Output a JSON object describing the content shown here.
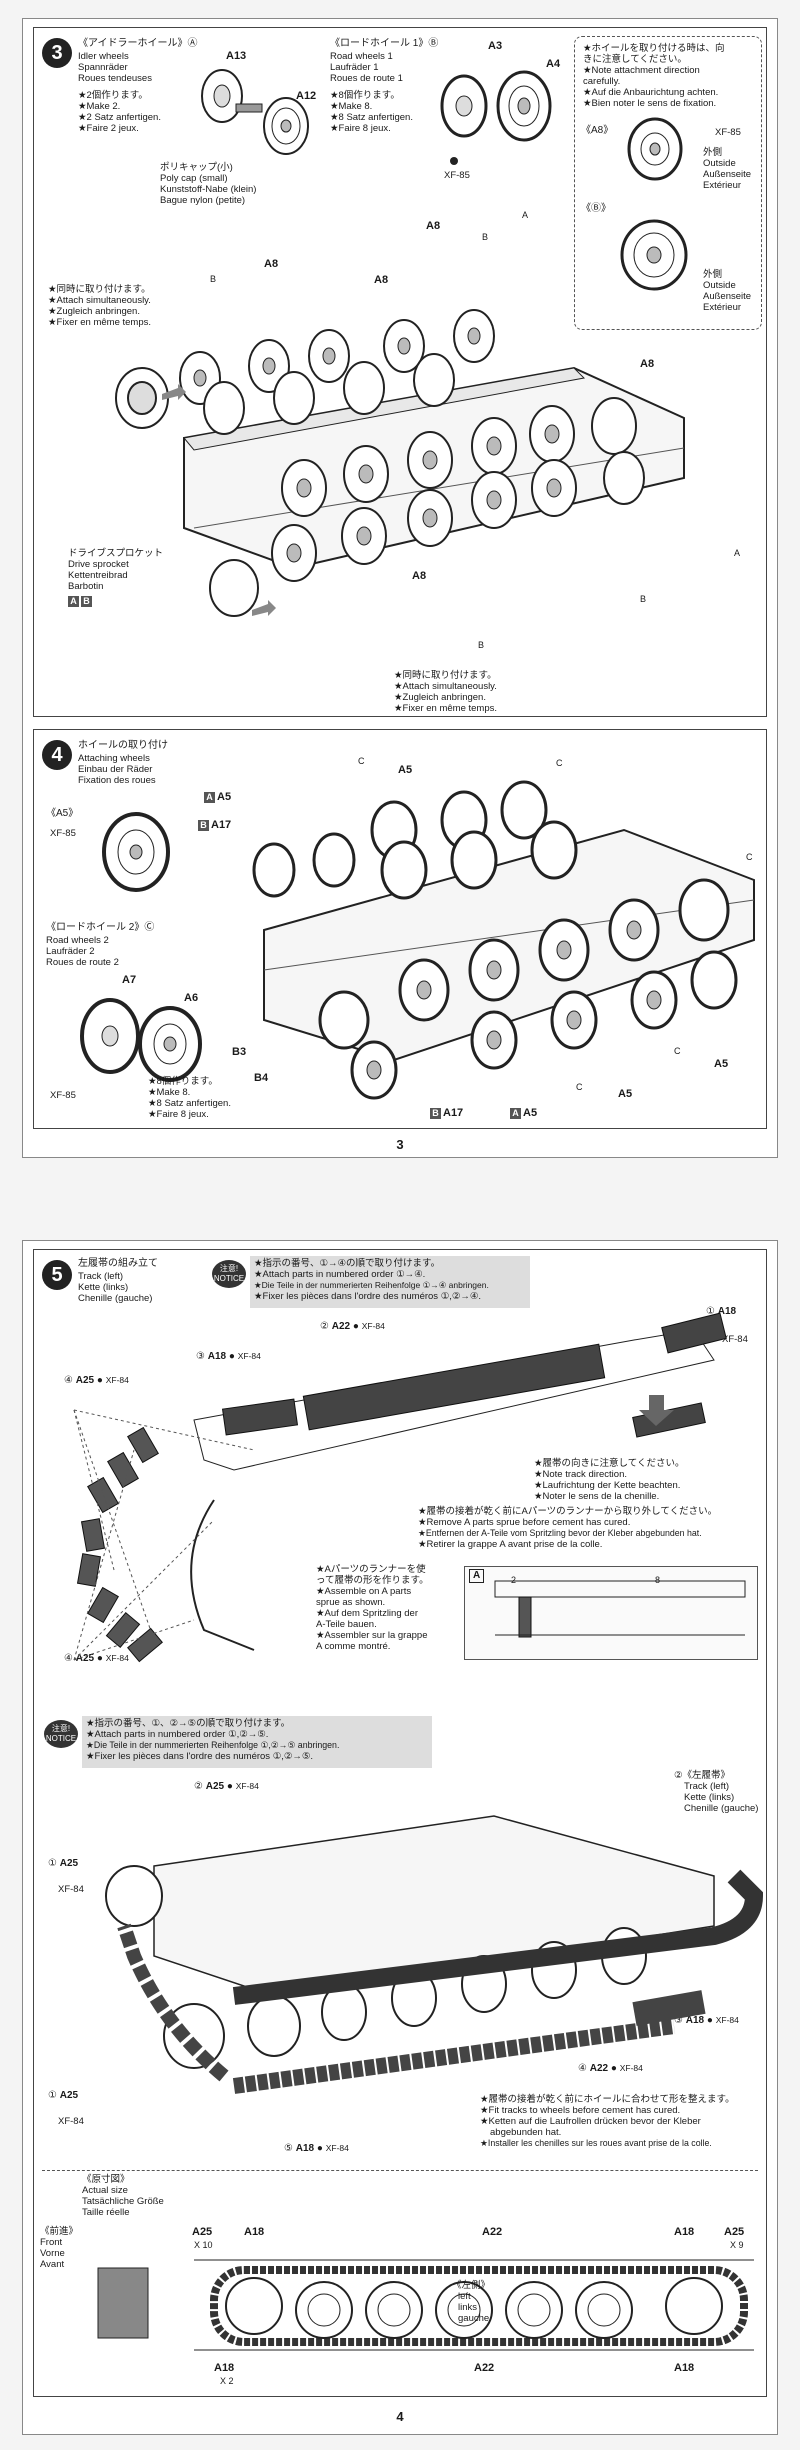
{
  "page3": {
    "page_number": "3",
    "step3": {
      "number": "3",
      "idler": {
        "title_jp": "《アイドラーホイール》Ⓐ",
        "en": "Idler wheels",
        "de": "Spannräder",
        "fr": "Roues tendeuses",
        "qty": [
          "★2個作ります。",
          "★Make 2.",
          "★2 Satz anfertigen.",
          "★Faire 2 jeux."
        ],
        "part_a": "A13",
        "part_b": "A12"
      },
      "polycap": {
        "jp": "ポリキャップ(小)",
        "en": "Poly cap (small)",
        "de": "Kunststoff-Nabe (klein)",
        "fr": "Bague nylon (petite)"
      },
      "roadwheel1": {
        "title_jp": "《ロードホイール 1》Ⓑ",
        "en": "Road wheels 1",
        "de": "Laufräder 1",
        "fr": "Roues de route 1",
        "qty": [
          "★8個作ります。",
          "★Make 8.",
          "★8 Satz anfertigen.",
          "★Faire 8 jeux."
        ],
        "part_a": "A3",
        "part_b": "A4",
        "paint": "XF-85"
      },
      "note_box": {
        "lines": [
          "★ホイールを取り付ける時は、向",
          "きに注意してください。",
          "★Note  attachment  direction",
          "carefully.",
          "★Auf die Anbaurichtung achten.",
          "★Bien noter le sens de fixation."
        ],
        "a8_label": "《A8》",
        "b_label": "《Ⓑ》",
        "paint": "XF-85",
        "outside": [
          "外側",
          "Outside",
          "Außenseite",
          "Extérieur"
        ]
      },
      "simul": [
        "★同時に取り付けます。",
        "★Attach simultaneously.",
        "★Zugleich anbringen.",
        "★Fixer en même temps."
      ],
      "part_a8": "A8",
      "sprocket": {
        "jp": "ドライブスプロケット",
        "en": "Drive sprocket",
        "de": "Kettentreibrad",
        "fr": "Barbotin",
        "tag1": "A",
        "tag2": "B"
      },
      "letter_a": "A",
      "letter_b": "B"
    },
    "step4": {
      "number": "4",
      "title_jp": "ホイールの取り付け",
      "en": "Attaching wheels",
      "de": "Einbau der Räder",
      "fr": "Fixation des roues",
      "a5_label": "《A5》",
      "paint": "XF-85",
      "rw2": {
        "title_jp": "《ロードホイール 2》Ⓒ",
        "en": "Road wheels 2",
        "de": "Laufräder 2",
        "fr": "Roues de route 2"
      },
      "a7": "A7",
      "a6": "A6",
      "qty": [
        "★8個作ります。",
        "★Make 8.",
        "★8 Satz anfertigen.",
        "★Faire 8 jeux."
      ],
      "a5": "A5",
      "a17": "A17",
      "b3": "B3",
      "b4": "B4",
      "tag_a": "A",
      "tag_b": "B",
      "letter_c": "C"
    }
  },
  "page4": {
    "page_number": "4",
    "step5": {
      "number": "5",
      "title_jp": "左履帯の組み立て",
      "en": "Track (left)",
      "de": "Kette (links)",
      "fr": "Chenille (gauche)",
      "notice_label": [
        "注意!",
        "NOTICE"
      ],
      "notice1": [
        "★指示の番号、①→④の順で取り付けます。",
        "★Attach parts in numbered order ①→④.",
        "★Die Teile in der nummerierten Reihenfolge ①→④ anbringen.",
        "★Fixer les pièces dans l'ordre des numéros ①,②→④."
      ],
      "steps": [
        {
          "num": "①",
          "part": "A18",
          "paint": "XF-84"
        },
        {
          "num": "②",
          "part": "A22",
          "paint": "XF-84"
        },
        {
          "num": "③",
          "part": "A18",
          "paint": "XF-84"
        },
        {
          "num": "④",
          "part": "A25",
          "paint": "XF-84"
        }
      ],
      "direction": [
        "★履帯の向きに注意してください。",
        "★Note track direction.",
        "★Laufrichtung der Kette beachten.",
        "★Noter le sens de la chenille."
      ],
      "remove": [
        "★履帯の接着が乾く前にAパーツのランナーから取り外してください。",
        "★Remove A parts sprue before cement has cured.",
        "★Entfernen der A-Teile vom Spritzling bevor der Kleber abgebunden hat.",
        "★Retirer la grappe A avant prise de la colle."
      ],
      "assemble": [
        "★Aパーツのランナーを使",
        "って履帯の形を作ります。",
        "★Assemble  on  A  parts",
        "sprue as shown.",
        "★Auf dem Spritzling der",
        "A-Teile bauen.",
        "★Assembler sur la grappe",
        "A comme montré."
      ],
      "sprue_letter": "A",
      "sprue_n2": "2",
      "sprue_n8": "8",
      "notice2": [
        "★指示の番号、①、②→⑤の順で取り付けます。",
        "★Attach parts in numbered order ①,②→⑤.",
        "★Die Teile in der nummerierten Reihenfolge ①,②→⑤ anbringen.",
        "★Fixer les pièces dans l'ordre des numéros ①,②→⑤."
      ],
      "lower_steps": [
        {
          "num": "①",
          "part": "A25",
          "paint": "XF-84"
        },
        {
          "num": "②",
          "part": "A25",
          "paint": "XF-84"
        },
        {
          "num": "③",
          "part": "A18",
          "paint": "XF-84"
        },
        {
          "num": "④",
          "part": "A22",
          "paint": "XF-84"
        },
        {
          "num": "⑤",
          "part": "A18",
          "paint": "XF-84"
        }
      ],
      "track_left": [
        "②《左履帯》",
        "Track (left)",
        "Kette (links)",
        "Chenille (gauche)"
      ],
      "fit": [
        "★履帯の接着が乾く前にホイールに合わせて形を整えます。",
        "★Fit tracks to wheels before cement has cured.",
        "★Ketten auf die Laufrollen drücken bevor der Kleber",
        "abgebunden hat.",
        "★Installer les chenilles sur les roues avant prise de la colle."
      ],
      "actual": [
        "《原寸図》",
        "Actual size",
        "Tatsächliche Größe",
        "Taille réelle"
      ],
      "front": [
        "《前進》",
        "Front",
        "Vorne",
        "Avant"
      ],
      "size_labels": {
        "a25": "A25",
        "x10": "X 10",
        "a18": "A18",
        "a22": "A22",
        "x9": "X 9",
        "x2": "X 2"
      },
      "left_side": [
        "《左側》",
        "left",
        "links",
        "gauche"
      ]
    }
  }
}
